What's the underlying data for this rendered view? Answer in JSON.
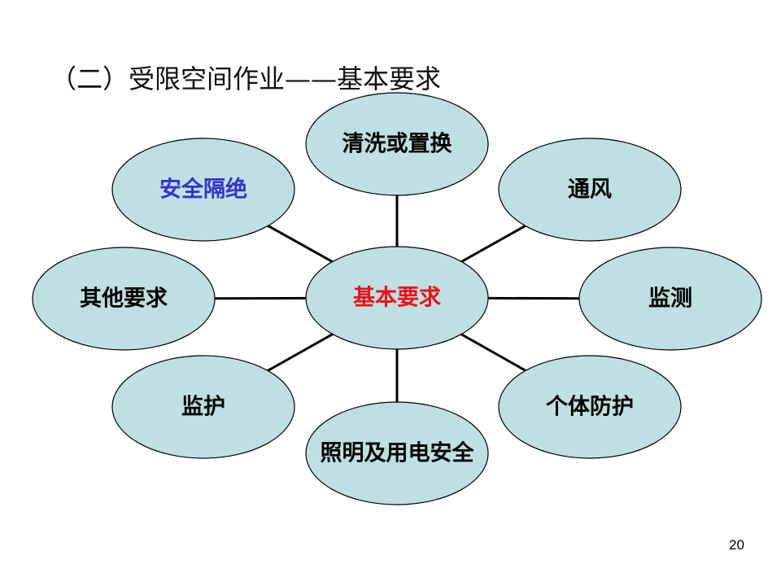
{
  "title": "（二）受限空间作业——基本要求",
  "page_number": "20",
  "colors": {
    "fill": "#bfe0e2",
    "stroke": "#000000",
    "center_text": "#e8141c",
    "blue_text": "#3333cc",
    "text": "#000000"
  },
  "center": {
    "label": "基本要求"
  },
  "nodes": [
    {
      "label": "清洗或置换"
    },
    {
      "label": "通风"
    },
    {
      "label": "监测"
    },
    {
      "label": "个体防护"
    },
    {
      "label": "照明及用电安全"
    },
    {
      "label": "监护"
    },
    {
      "label": "其他要求"
    },
    {
      "label": "安全隔绝"
    }
  ]
}
